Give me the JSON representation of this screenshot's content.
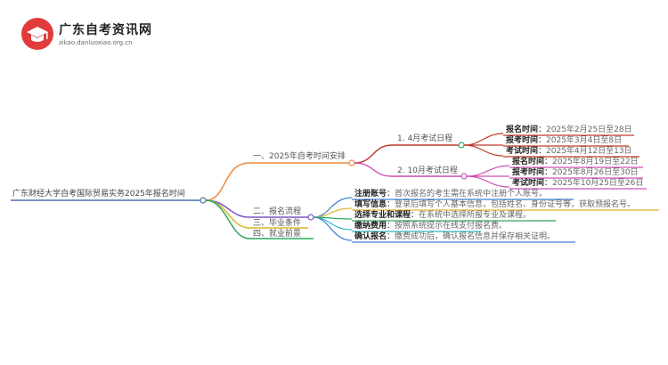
{
  "header": {
    "site_name": "广东自考资讯网",
    "site_url": "zikao.danluoxiao.org.cn"
  },
  "mindmap": {
    "root": "广东财经大学自考国际贸易实务2025年报名时间",
    "branches": [
      {
        "label": "一、2025年自考时间安排",
        "color": "#f08a3c",
        "children": [
          {
            "label": "1. 4月考试日程",
            "color": "#c0392b",
            "items": [
              {
                "key": "报名时间",
                "value": "2025年2月25日至28日"
              },
              {
                "key": "报考时间",
                "value": "2025年3月4日至8日"
              },
              {
                "key": "考试时间",
                "value": "2025年4月12日至13日"
              }
            ]
          },
          {
            "label": "2. 10月考试日程",
            "color": "#cf4fb5",
            "items": [
              {
                "key": "报名时间",
                "value": "2025年8月19日至22日"
              },
              {
                "key": "报考时间",
                "value": "2025年8月26日至30日"
              },
              {
                "key": "考试时间",
                "value": "2025年10月25日至26日"
              }
            ]
          }
        ]
      },
      {
        "label": "二、报名流程",
        "color": "#7b52c7",
        "steps": [
          {
            "key": "注册账号",
            "value": "首次报名的考生需在系统中注册个人账号。",
            "color": "#3d7fd6"
          },
          {
            "key": "填写信息",
            "value": "登录后填写个人基本信息，包括姓名、身份证号等，获取预报名号。",
            "color": "#e0b52c"
          },
          {
            "key": "选择专业和课程",
            "value": "在系统中选择所报专业及课程。",
            "color": "#2da85a"
          },
          {
            "key": "缴纳费用",
            "value": "按照系统提示在线支付报名费。",
            "color": "#2fb7c9"
          },
          {
            "key": "确认报名",
            "value": "缴费成功后，确认报名信息并保存相关证明。",
            "color": "#3d7fd6"
          }
        ]
      },
      {
        "label": "三、毕业条件",
        "color": "#d9b52a"
      },
      {
        "label": "四、就业前景",
        "color": "#2da85a"
      }
    ],
    "root_color": "#4a6fb0"
  }
}
